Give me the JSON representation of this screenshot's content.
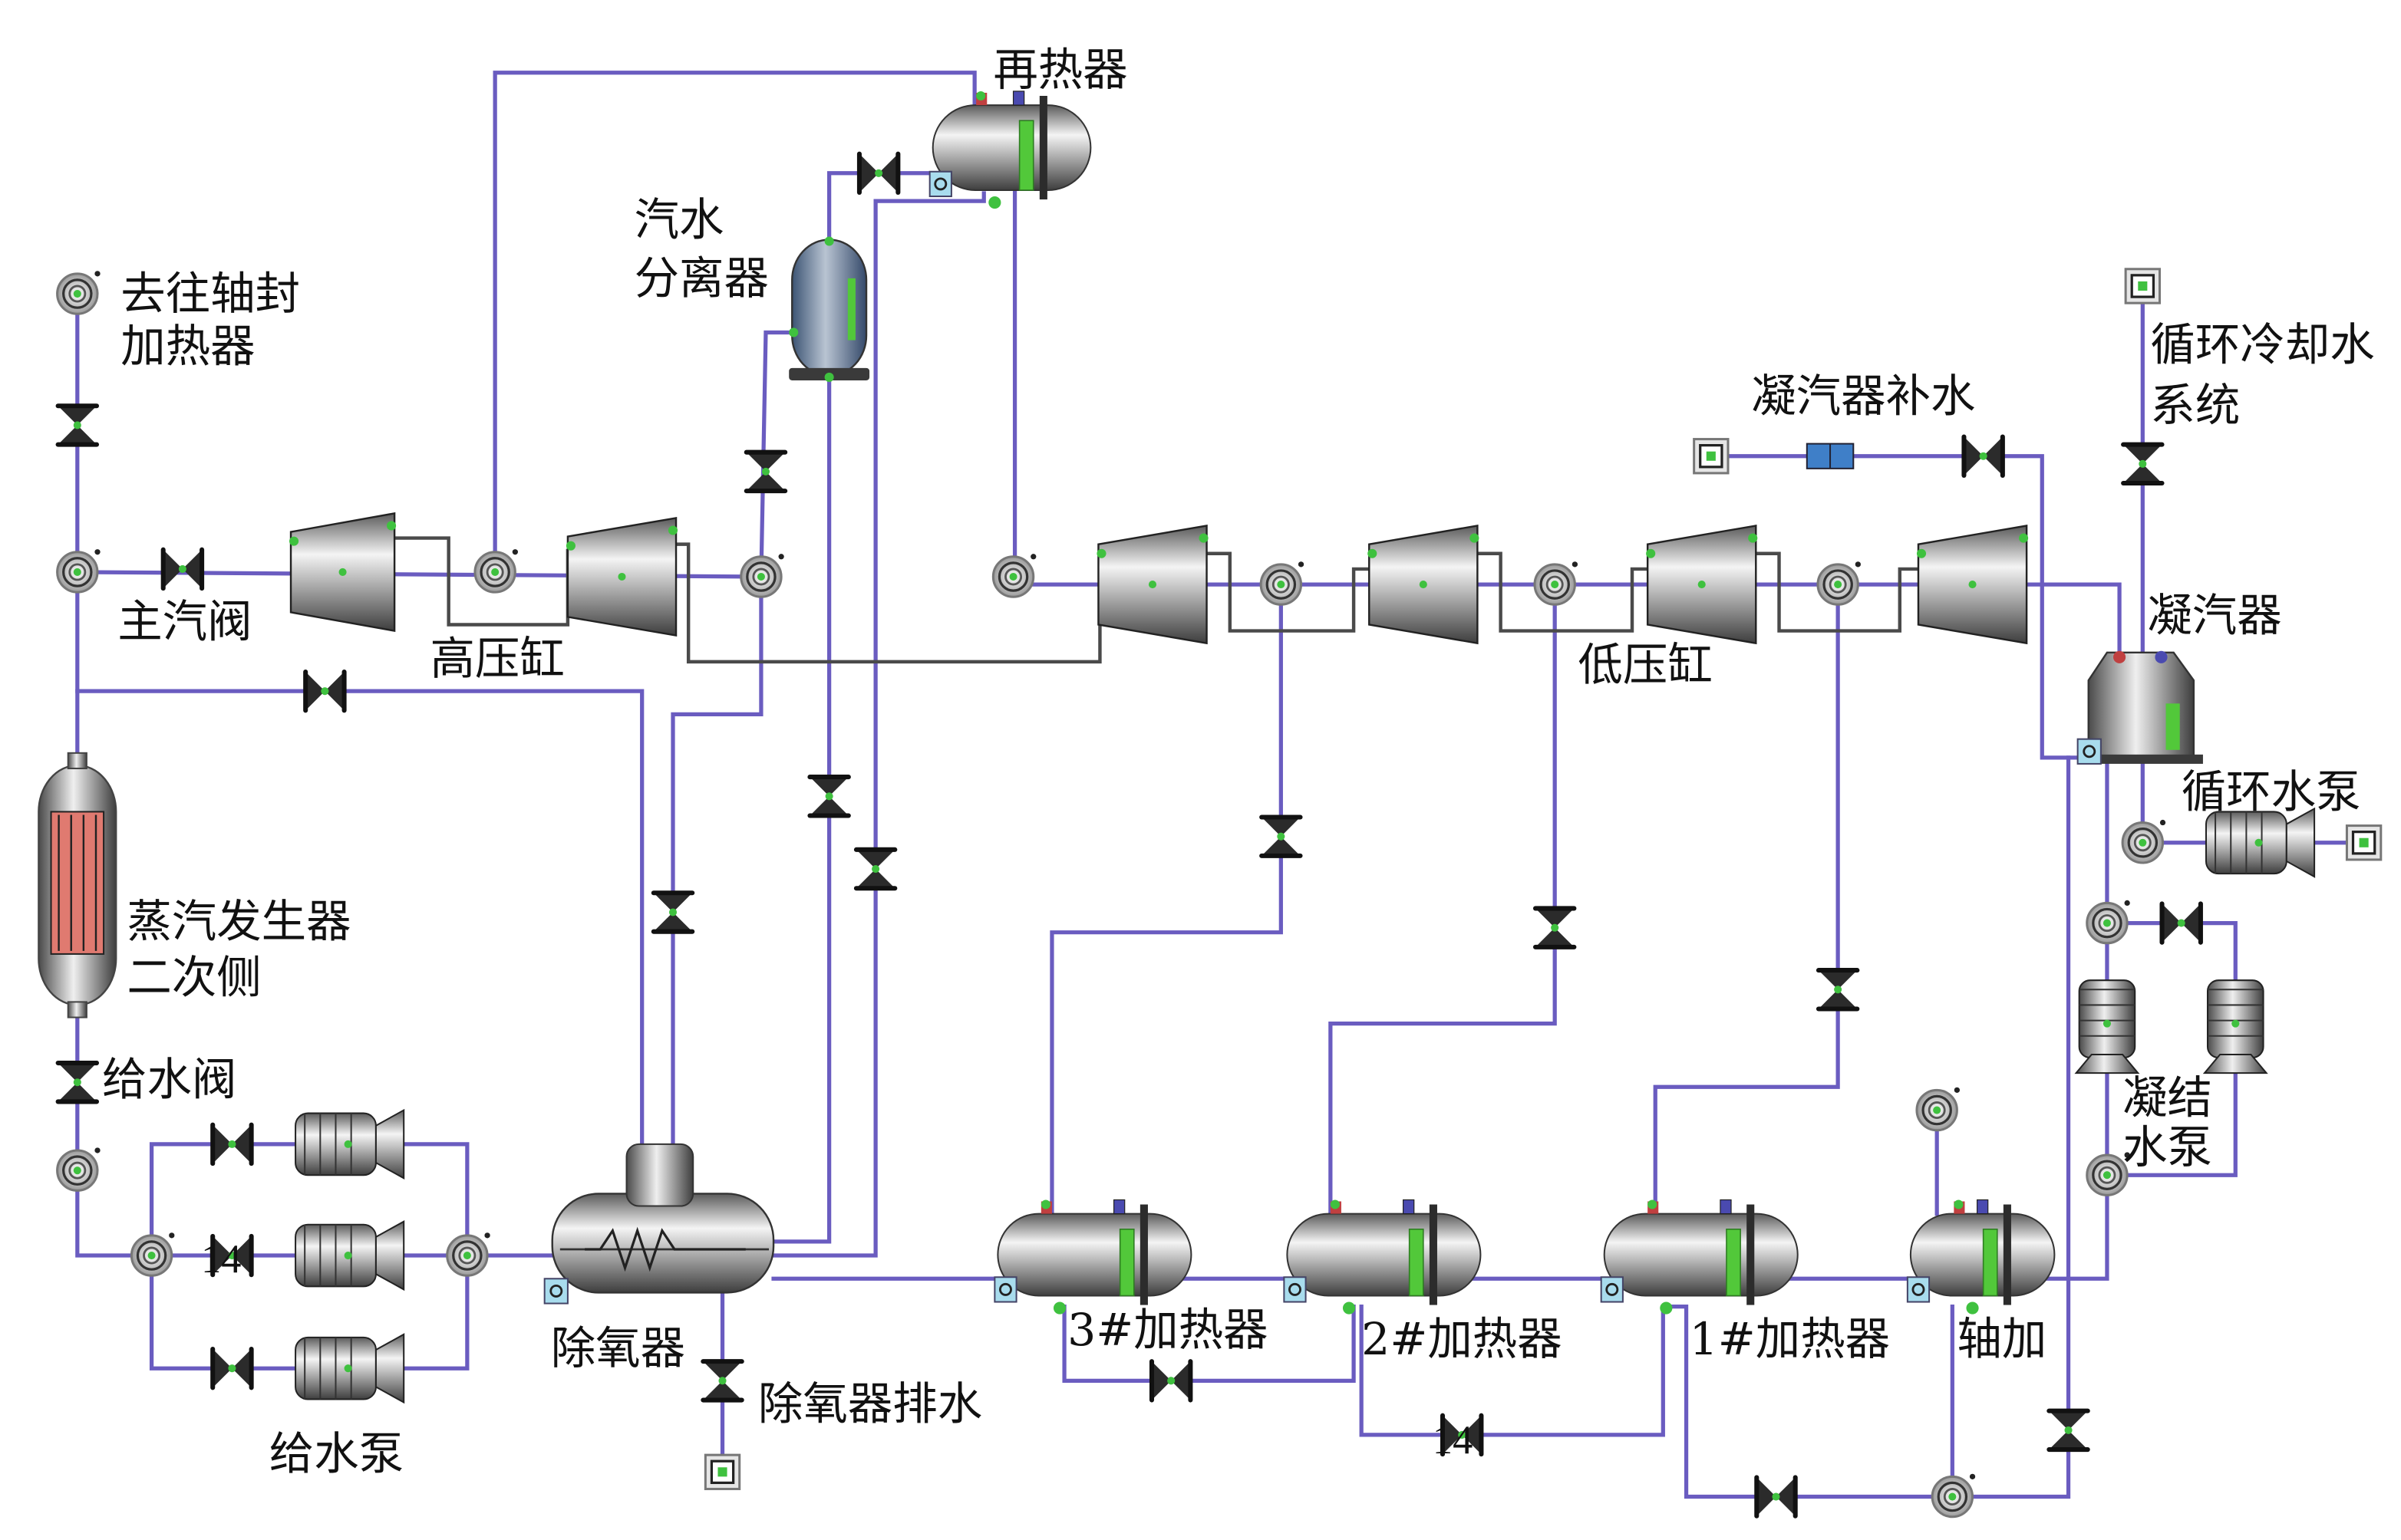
{
  "diagram": {
    "type": "process-flow",
    "title": "",
    "colors": {
      "pipe": "#6a5cc0",
      "shaft_line": "#4a4a4a",
      "port": "#3fc13f",
      "level_gauge": "#52c83a",
      "sg_tubes": "#e07a70",
      "separator_body": "#5a7496",
      "makeup_box": "#3f7fc8",
      "vessel_metal": "#a9a9a9"
    },
    "labels": {
      "shaft_seal_feed": [
        "去往轴封",
        "加热器"
      ],
      "main_steam_valve": "主汽阀",
      "hp_cylinder": "高压缸",
      "reheater": "再热器",
      "moisture_separator": [
        "汽水",
        "分离器"
      ],
      "lp_cylinder": "低压缸",
      "condenser_makeup": "凝汽器补水",
      "circ_cooling_system": [
        "循环冷却水",
        "系统"
      ],
      "condenser": "凝汽器",
      "circ_water_pump": "循环水泵",
      "steam_generator": [
        "蒸汽发生器",
        "二次侧"
      ],
      "feedwater_valve": "给水阀",
      "feedwater_pump": "给水泵",
      "deaerator": "除氧器",
      "deaerator_drain": "除氧器排水",
      "heater_3": "3#加热器",
      "heater_2": "2#加热器",
      "heater_1": "1#加热器",
      "shaft_seal_heater": "轴加",
      "condensate_pump": [
        "凝结",
        "水泵"
      ]
    },
    "valve_tags": {
      "feedpump_middle_valve": "14",
      "heater2_drain_valve": "14"
    },
    "components": [
      {
        "id": "steam-generator",
        "name": "蒸汽发生器二次侧",
        "kind": "steam-generator"
      },
      {
        "id": "main-steam-valve",
        "name": "主汽阀",
        "kind": "valve"
      },
      {
        "id": "hp-turbine",
        "name": "高压缸",
        "kind": "turbine",
        "stages": 2
      },
      {
        "id": "moisture-separator",
        "name": "汽水分离器",
        "kind": "separator"
      },
      {
        "id": "reheater",
        "name": "再热器",
        "kind": "heat-exchanger"
      },
      {
        "id": "lp-turbine",
        "name": "低压缸",
        "kind": "turbine",
        "stages": 4
      },
      {
        "id": "condenser",
        "name": "凝汽器",
        "kind": "condenser"
      },
      {
        "id": "circ-water-pump",
        "name": "循环水泵",
        "kind": "pump"
      },
      {
        "id": "condensate-pumps",
        "name": "凝结水泵",
        "kind": "pump",
        "count": 2
      },
      {
        "id": "shaft-seal-heater",
        "name": "轴加",
        "kind": "heater"
      },
      {
        "id": "heater-1",
        "name": "1#加热器",
        "kind": "heater"
      },
      {
        "id": "heater-2",
        "name": "2#加热器",
        "kind": "heater"
      },
      {
        "id": "heater-3",
        "name": "3#加热器",
        "kind": "heater"
      },
      {
        "id": "deaerator",
        "name": "除氧器",
        "kind": "deaerator"
      },
      {
        "id": "feedwater-pumps",
        "name": "给水泵",
        "kind": "pump",
        "count": 3
      },
      {
        "id": "feedwater-valve",
        "name": "给水阀",
        "kind": "valve"
      }
    ]
  }
}
